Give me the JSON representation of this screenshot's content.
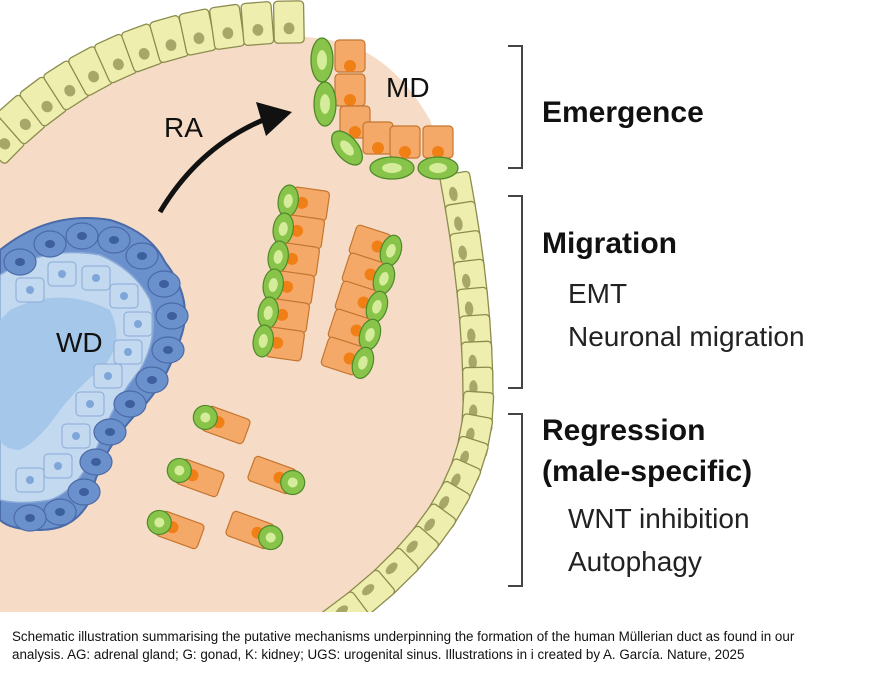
{
  "labels": {
    "ra": "RA",
    "md": "MD",
    "wd": "WD"
  },
  "stages": [
    {
      "title": "Emergence",
      "subtitle": "",
      "items": []
    },
    {
      "title": "Migration",
      "subtitle": "",
      "items": [
        "EMT",
        "Neuronal migration"
      ]
    },
    {
      "title": "Regression",
      "subtitle": "(male-specific)",
      "items": [
        "WNT inhibition",
        "Autophagy"
      ]
    }
  ],
  "caption": {
    "line1": "Schematic illustration summarising the putative mechanisms underpinning the formation of the human Müllerian duct as found in our",
    "line2": "analysis. AG: adrenal gland; G: gonad, K: kidney; UGS: urogenital sinus. Illustrations in i created by A. García. Nature, 2025"
  },
  "colors": {
    "embryo_fill": "#f6dcc6",
    "epithelium_fill": "#eeeeae",
    "epithelium_stroke": "#8c8c4e",
    "md_cell": "#f5a968",
    "md_nucleus": "#f07f16",
    "green_cell": "#88c34a",
    "green_nucleus": "#d5ed9a",
    "wd_dark": "#6b91cd",
    "wd_light": "#c3d9f0",
    "wd_lumen": "#a5c8ea",
    "bracket": "#444444"
  }
}
